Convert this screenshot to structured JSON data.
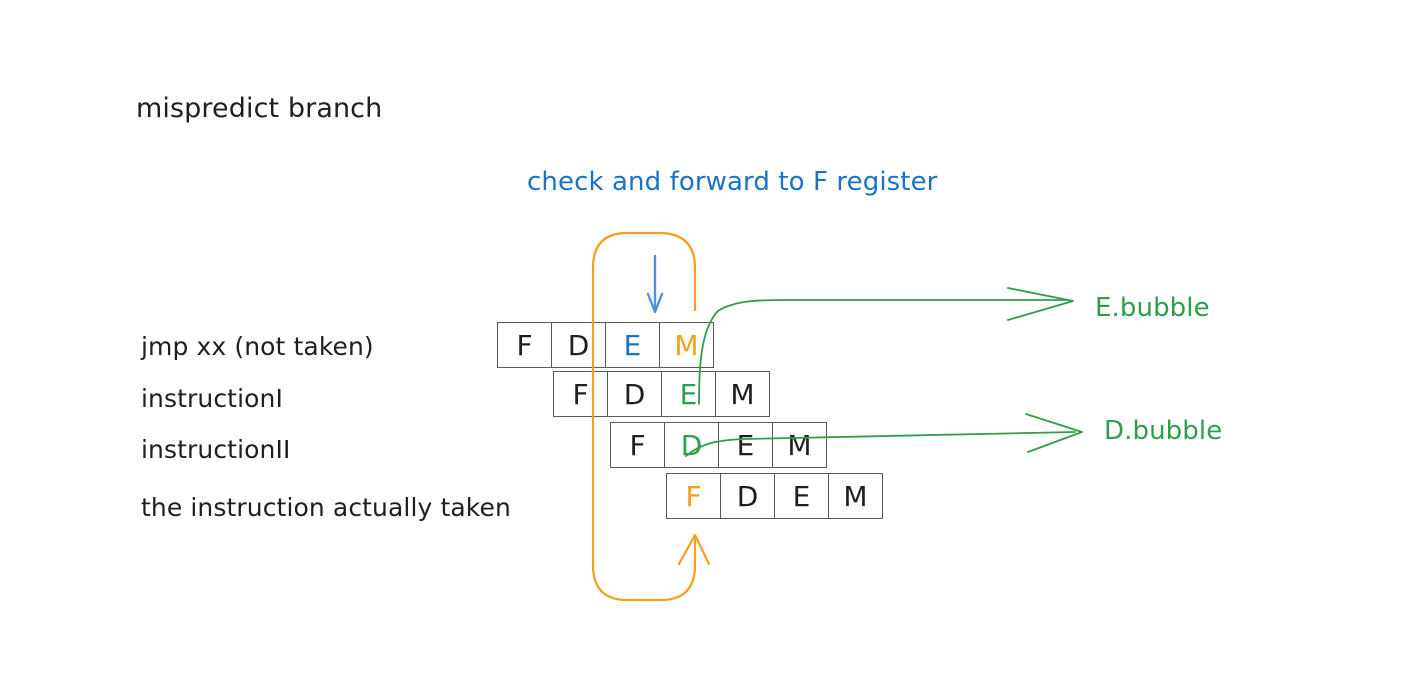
{
  "page": {
    "background": "#ffffff",
    "title_text": "mispredict branch",
    "subtitle_text": "check and forward to F register"
  },
  "colors": {
    "text": "#1f1f1f",
    "blue": "#1a73c7",
    "orange": "#f2a01e",
    "green": "#2e9e4b",
    "box_border": "#5a5a5a"
  },
  "pipeline": {
    "stage_names": [
      "F",
      "D",
      "E",
      "M"
    ],
    "rows": [
      {
        "label": "jmp xx (not taken)",
        "cells": [
          {
            "stage": "F",
            "color": "text"
          },
          {
            "stage": "D",
            "color": "text"
          },
          {
            "stage": "E",
            "color": "blue"
          },
          {
            "stage": "M",
            "color": "orange"
          }
        ]
      },
      {
        "label": "instructionI",
        "cells": [
          {
            "stage": "F",
            "color": "text"
          },
          {
            "stage": "D",
            "color": "text"
          },
          {
            "stage": "E",
            "color": "green"
          },
          {
            "stage": "M",
            "color": "text"
          }
        ]
      },
      {
        "label": "instructionII",
        "cells": [
          {
            "stage": "F",
            "color": "text"
          },
          {
            "stage": "D",
            "color": "green"
          },
          {
            "stage": "E",
            "color": "text"
          },
          {
            "stage": "M",
            "color": "text"
          }
        ]
      },
      {
        "label": "the instruction actually taken",
        "cells": [
          {
            "stage": "F",
            "color": "orange"
          },
          {
            "stage": "D",
            "color": "text"
          },
          {
            "stage": "E",
            "color": "text"
          },
          {
            "stage": "M",
            "color": "text"
          }
        ]
      }
    ]
  },
  "annotations": {
    "bubbles": [
      {
        "label": "E.bubble",
        "color": "#2e9e4b",
        "from": "instructionI.E"
      },
      {
        "label": "D.bubble",
        "color": "#2e9e4b",
        "from": "instructionII.D"
      }
    ],
    "check_arrow": {
      "color": "#1a73c7",
      "points_to": "jmp.E"
    },
    "feedback_loop": {
      "color": "#f2a01e",
      "points_to": "taken.F"
    }
  }
}
